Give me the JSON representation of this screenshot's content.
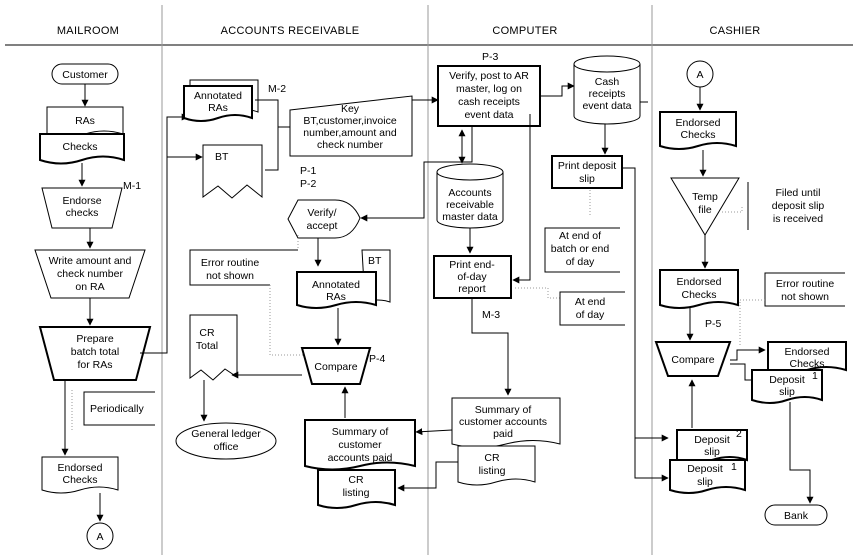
{
  "lanes": {
    "mailroom": "MAILROOM",
    "accounts_receivable": "ACCOUNTS RECEIVABLE",
    "computer": "COMPUTER",
    "cashier": "CASHIER"
  },
  "mailroom": {
    "customer": "Customer",
    "ras": "RAs",
    "checks": "Checks",
    "ref_m1": "M-1",
    "endorse_checks": [
      "Endorse",
      "checks"
    ],
    "write_amount": [
      "Write amount and",
      "check number",
      "on RA"
    ],
    "prepare_batch": [
      "Prepare",
      "batch total",
      "for RAs"
    ],
    "periodically": "Periodically",
    "endorsed_checks": [
      "Endorsed",
      "Checks"
    ],
    "connector_a": "A"
  },
  "accounts_receivable": {
    "annotated_ras_top": [
      "Annotated",
      "RAs"
    ],
    "ref_m2": "M-2",
    "key_note": [
      "Key",
      "BT,customer,invoice",
      "number,amount and",
      "check number"
    ],
    "bt": "BT",
    "ref_p1": "P-1",
    "ref_p2": "P-2",
    "verify_accept": [
      "Verify/",
      "accept"
    ],
    "error_routine": [
      "Error routine",
      "not shown"
    ],
    "bt_small": "BT",
    "annotated_ras_bottom": [
      "Annotated",
      "RAs"
    ],
    "cr_total": [
      "CR",
      "Total"
    ],
    "compare": "Compare",
    "ref_p4": "P-4",
    "general_ledger": [
      "General ledger",
      "office"
    ],
    "summary_paid": [
      "Summary of",
      "customer",
      "accounts paid"
    ],
    "cr_listing": [
      "CR",
      "listing"
    ]
  },
  "computer": {
    "ref_p3": "P-3",
    "verify_post": [
      "Verify, post to AR",
      "master, log on",
      "cash receipts",
      "event data"
    ],
    "cash_receipts_data": [
      "Cash",
      "receipts",
      "event data"
    ],
    "print_deposit_slip": [
      "Print deposit",
      "slip"
    ],
    "ar_master_data": [
      "Accounts",
      "receivable",
      "master data"
    ],
    "at_end_batch": [
      "At end of",
      "batch or end",
      "of day"
    ],
    "print_eod_report": [
      "Print end-",
      "of-day",
      "report"
    ],
    "at_end_day": [
      "At end",
      "of day"
    ],
    "ref_m3": "M-3",
    "summary_paid": [
      "Summary of",
      "customer accounts",
      "paid"
    ],
    "cr_listing": [
      "CR",
      "listing"
    ]
  },
  "cashier": {
    "connector_a": "A",
    "endorsed_checks_top": [
      "Endorsed",
      "Checks"
    ],
    "temp_file": [
      "Temp",
      "file"
    ],
    "filed_until": [
      "Filed until",
      "deposit slip",
      "is received"
    ],
    "endorsed_checks_mid": [
      "Endorsed",
      "Checks"
    ],
    "error_routine": [
      "Error routine",
      "not shown"
    ],
    "ref_p5": "P-5",
    "compare": "Compare",
    "endorsed_checks_right": [
      "Endorsed",
      "Checks"
    ],
    "deposit_slip_1_right": [
      "Deposit",
      "slip"
    ],
    "sup_1": "1",
    "deposit_slip_2": [
      "Deposit",
      "slip"
    ],
    "sup_2": "2",
    "deposit_slip_1": [
      "Deposit",
      "slip"
    ],
    "bank": "Bank"
  },
  "colors": {
    "line": "#000000",
    "dotted": "#9a9a9a",
    "lane_divider": "#9a9a9a"
  }
}
